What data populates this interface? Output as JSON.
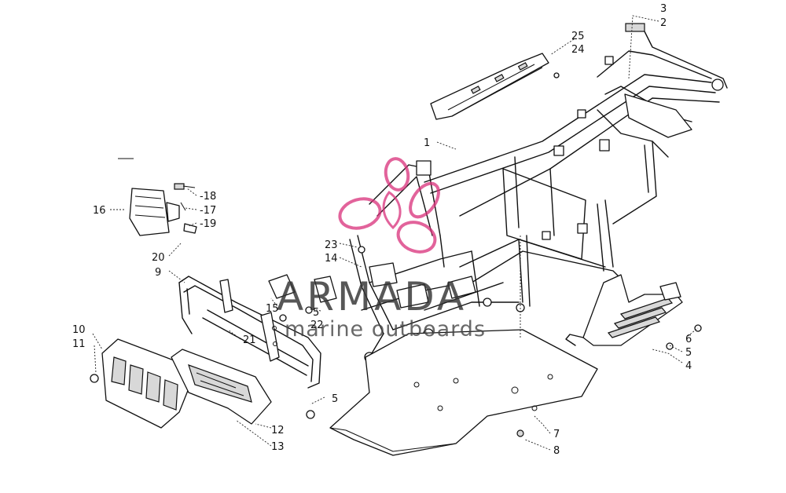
{
  "watermark": {
    "brand": "ARMADA",
    "tagline": "marine outboards",
    "logo_color": "#d9307a"
  },
  "callouts": [
    {
      "id": "c1",
      "label": "1"
    },
    {
      "id": "c2",
      "label": "2"
    },
    {
      "id": "c3",
      "label": "3"
    },
    {
      "id": "c4",
      "label": "4"
    },
    {
      "id": "c5a",
      "label": "5"
    },
    {
      "id": "c5b",
      "label": "5"
    },
    {
      "id": "c5c",
      "label": "5"
    },
    {
      "id": "c6",
      "label": "6"
    },
    {
      "id": "c7",
      "label": "7"
    },
    {
      "id": "c8",
      "label": "8"
    },
    {
      "id": "c9",
      "label": "9"
    },
    {
      "id": "c10",
      "label": "10"
    },
    {
      "id": "c11",
      "label": "11"
    },
    {
      "id": "c12",
      "label": "12"
    },
    {
      "id": "c13",
      "label": "13"
    },
    {
      "id": "c14",
      "label": "14"
    },
    {
      "id": "c15",
      "label": "15"
    },
    {
      "id": "c16",
      "label": "16"
    },
    {
      "id": "c17",
      "label": "-17"
    },
    {
      "id": "c18",
      "label": "-18"
    },
    {
      "id": "c19",
      "label": "-19"
    },
    {
      "id": "c20",
      "label": "20"
    },
    {
      "id": "c21",
      "label": "21"
    },
    {
      "id": "c22",
      "label": "22"
    },
    {
      "id": "c23",
      "label": "23"
    },
    {
      "id": "c24",
      "label": "24"
    },
    {
      "id": "c25",
      "label": "25"
    }
  ]
}
